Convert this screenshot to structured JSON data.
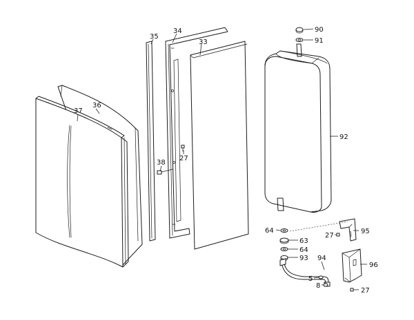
{
  "labels": {
    "p35": "35",
    "p34": "34",
    "p33": "33",
    "p36": "36",
    "p37": "37",
    "p38": "38",
    "p27a": "27",
    "p90": "90",
    "p91": "91",
    "p92": "92",
    "p64a": "64",
    "p63": "63",
    "p64b": "64",
    "p93": "93",
    "p95": "95",
    "p27b": "27",
    "p94": "94",
    "p96": "96",
    "p5": "5",
    "p8": "8",
    "p27c": "27"
  }
}
